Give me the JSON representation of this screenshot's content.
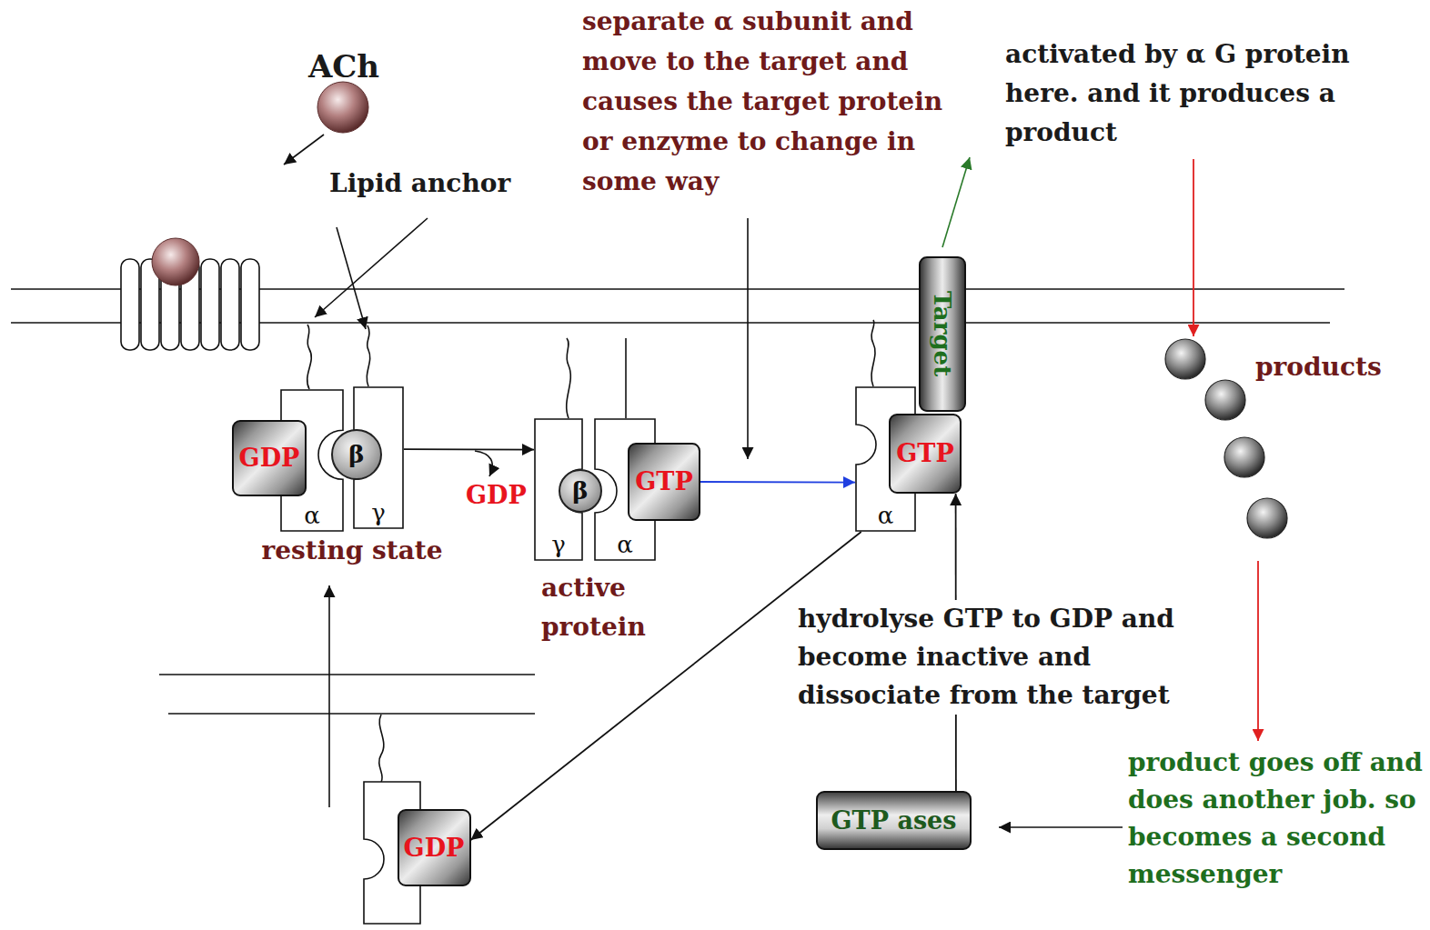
{
  "diagram": {
    "nodes": [
      {
        "text": [
          "α"
        ]
      },
      {
        "text": [
          "γ"
        ]
      },
      {
        "text": [
          "GDP"
        ]
      },
      {
        "text": [
          "β"
        ]
      },
      {
        "text": [
          "γ"
        ]
      },
      {
        "text": [
          "α"
        ]
      },
      {
        "text": [
          "β"
        ]
      },
      {
        "text": [
          "GTP"
        ]
      },
      {
        "text": [
          "Target"
        ]
      },
      {
        "text": [
          "α"
        ]
      },
      {
        "text": [
          "GTP"
        ]
      },
      {
        "text": [
          "GDP"
        ]
      },
      {
        "text": [
          "GTP ases"
        ]
      }
    ],
    "edges": [
      {
        "from": 1,
        "to": 4,
        "arrow": "to"
      },
      {
        "from": 7,
        "to": 9,
        "arrow": "to"
      },
      {
        "from": 12,
        "to": 10,
        "arrow": "to"
      },
      {
        "from": 9,
        "to": 11,
        "arrow": "to"
      }
    ],
    "labels": [
      "ACh",
      "Lipid anchor",
      "separate α subunit and move to the target and causes the target protein or enzyme to change in some way",
      "activated by α G protein here. and it produces a product",
      "resting state",
      "GDP",
      "active protein",
      "products",
      "hydrolyse GTP to GDP and become inactive and dissociate from the target",
      "product goes off and does another job. so becomes a second messenger"
    ]
  }
}
